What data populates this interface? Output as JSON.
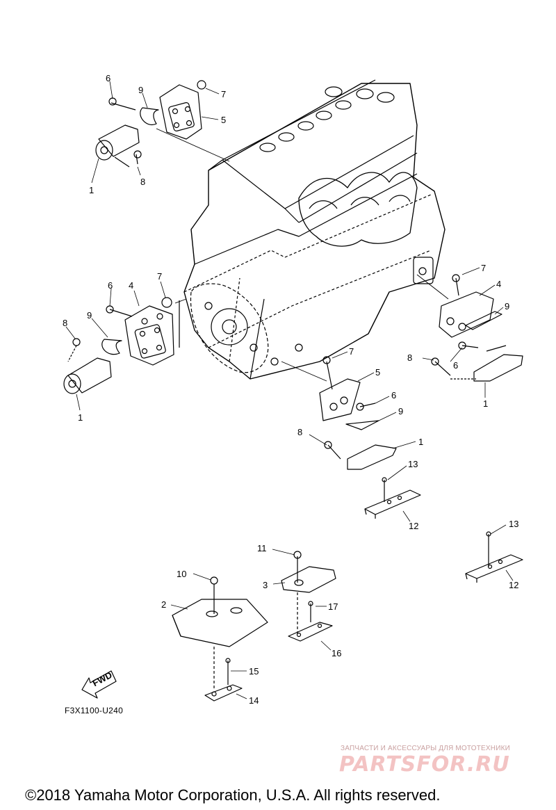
{
  "diagram": {
    "code": "F3X1100-U240",
    "fwd_label": "FWD",
    "callouts": {
      "c1": "1",
      "c2": "1",
      "c3": "1",
      "c4": "1",
      "c5": "2",
      "c6": "3",
      "c7": "4",
      "c8": "4",
      "c9": "5",
      "c10": "5",
      "c11": "6",
      "c12": "6",
      "c13": "6",
      "c14": "6",
      "c15": "7",
      "c16": "7",
      "c17": "7",
      "c18": "7",
      "c19": "8",
      "c20": "8",
      "c21": "8",
      "c22": "8",
      "c23": "9",
      "c24": "9",
      "c25": "9",
      "c26": "9",
      "c27": "10",
      "c28": "11",
      "c29": "12",
      "c30": "12",
      "c31": "13",
      "c32": "13",
      "c33": "14",
      "c34": "15",
      "c35": "16",
      "c36": "17"
    }
  },
  "watermark": {
    "tagline": "ЗАПЧАСТИ И АКСЕССУАРЫ ДЛЯ МОТОТЕХНИКИ",
    "brand": "PARTSFOR.RU"
  },
  "footer": {
    "copyright": "©2018 Yamaha Motor Corporation, U.S.A. All rights reserved."
  }
}
